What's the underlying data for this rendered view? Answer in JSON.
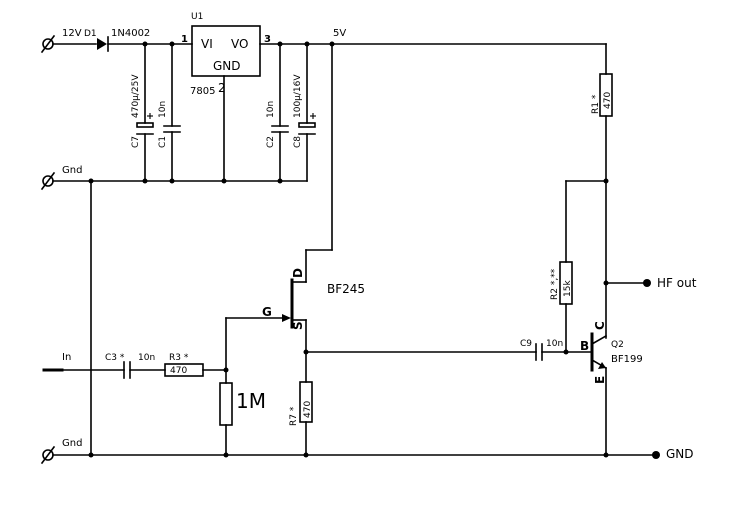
{
  "labels": {
    "vin": "12V",
    "d1_ref": "D1",
    "d1_val": "1N4002",
    "u1_ref": "U1",
    "u1_pin1": "1",
    "u1_pin3": "3",
    "u1_pin2": "2",
    "u1_vi": "VI",
    "u1_vo": "VO",
    "u1_gnd": "GND",
    "u1_part": "7805",
    "v5": "5V",
    "c7_ref": "C7",
    "c7_val": "470µ/25V",
    "c1_ref": "C1",
    "c1_val": "10n",
    "c2_ref": "C2",
    "c2_val": "10n",
    "c8_ref": "C8",
    "c8_val": "100µ/16V",
    "gnd_top": "Gnd",
    "r1_ref": "R1 *",
    "r1_val": "470",
    "r2_ref": "R2 *,**",
    "r2_val": "15k",
    "hf_out": "HF out",
    "jfet_d": "D",
    "jfet_g": "G",
    "jfet_s": "S",
    "jfet_part": "BF245",
    "c9_ref": "C9",
    "c9_val": "10n",
    "q2_b": "B",
    "q2_c": "C",
    "q2_e": "E",
    "q2_ref": "Q2",
    "q2_part": "BF199",
    "in": "In",
    "c3_ref": "C3 *",
    "c3_val": "10n",
    "r3_ref": "R3 *",
    "r3_val": "470",
    "rg_val": "1M",
    "r7_ref": "R7 *",
    "r7_val": "470",
    "gnd_bottom": "Gnd",
    "gnd_right": "GND"
  }
}
